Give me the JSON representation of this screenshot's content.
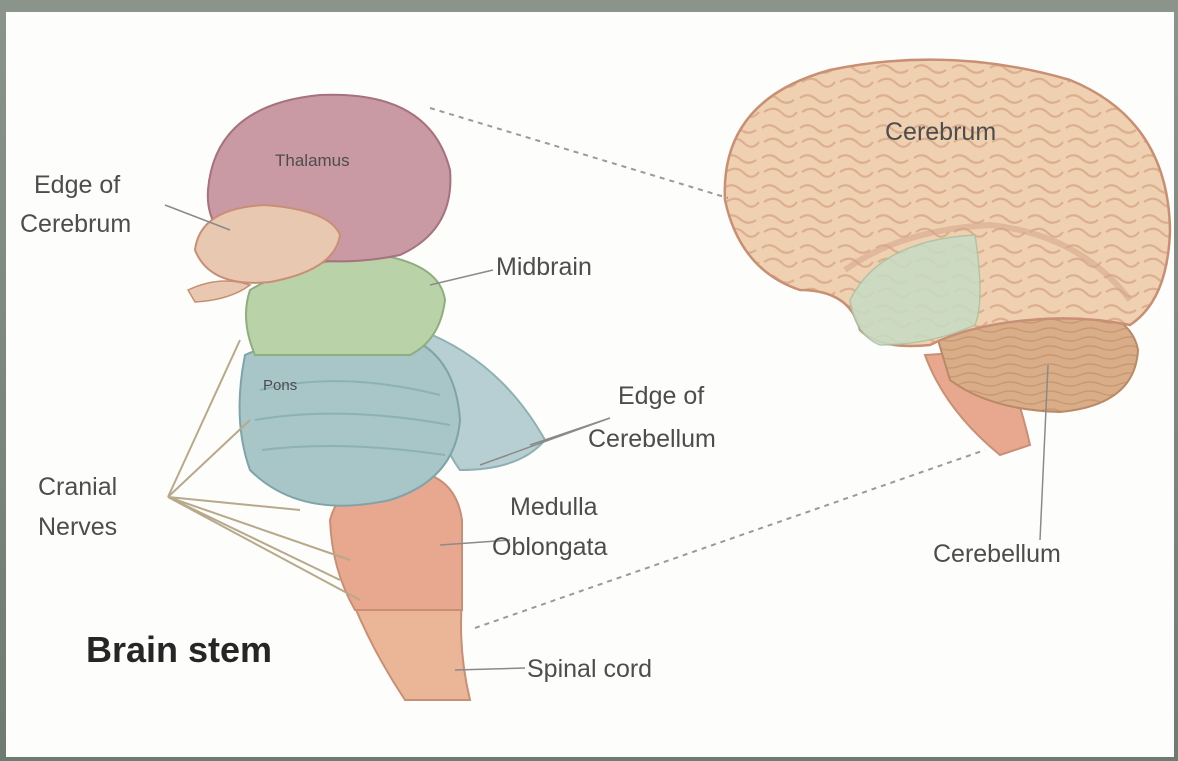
{
  "diagram": {
    "title": "Brain stem",
    "labels": {
      "thalamus": "Thalamus",
      "edge_of_cerebrum": [
        "Edge of",
        "Cerebrum"
      ],
      "midbrain": "Midbrain",
      "pons": "Pons",
      "edge_of_cerebellum": [
        "Edge of",
        "Cerebellum"
      ],
      "cranial_nerves": [
        "Cranial",
        "Nerves"
      ],
      "medulla_oblongata": [
        "Medulla",
        "Oblongata"
      ],
      "spinal_cord": "Spinal cord",
      "cerebrum": "Cerebrum",
      "cerebellum": "Cerebellum"
    }
  },
  "colors": {
    "thalamus": "#c99aa4",
    "cerebrum_edge": "#e8c8b0",
    "midbrain": "#b9d2a8",
    "pons": "#a8c5c8",
    "medulla": "#e8a88f",
    "spinal_cord": "#ebb597",
    "brain": "#efd0b0",
    "brain_outline": "#c98f74",
    "cerebellum": "#d9ad88",
    "temporal_green": "#c7dcc4",
    "leader_line": "#9a9a9a"
  }
}
